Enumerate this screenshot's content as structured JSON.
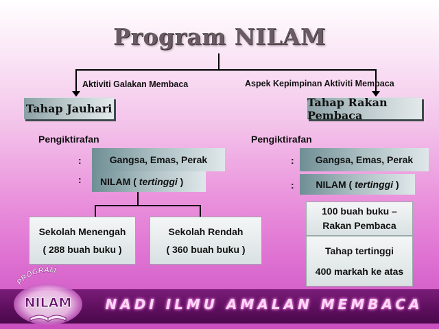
{
  "title": "Program NILAM",
  "branches": {
    "left_label": "Aktiviti Galakan Membaca",
    "right_label": "Aspek Kepimpinan Aktiviti Membaca"
  },
  "left": {
    "stage": "Tahap Jauhari",
    "heading": "Pengiktirafan",
    "colon": ":",
    "award_1": "Gangsa, Emas, Perak",
    "award_2_main": "NILAM (",
    "award_2_em": "tertinggi",
    "award_2_end": ")",
    "school_1": {
      "name": "Sekolah Menengah",
      "books": "( 288 buah buku )"
    },
    "school_2": {
      "name": "Sekolah Rendah",
      "books": "( 360 buah buku )"
    }
  },
  "right": {
    "stage": "Tahap Rakan Pembaca",
    "heading": "Pengiktirafan",
    "colon": ":",
    "award_1": "Gangsa, Emas, Perak",
    "award_2_main": "NILAM (",
    "award_2_em": "tertinggi",
    "award_2_end": ")",
    "box_1_line_1": "100 buah buku –",
    "box_1_line_2": "Rakan Pembaca",
    "box_2_line_1": "Tahap tertinggi",
    "box_2_line_2": "400 markah ke atas"
  },
  "logo": {
    "arc_text": "PROGRAM",
    "name": "NILAM"
  },
  "tagline": "NADI ILMU AMALAN MEMBACA",
  "colors": {
    "footer": "#5e0f5e",
    "tagline": "#ffd6f6",
    "teal": "#8aa0a4"
  }
}
